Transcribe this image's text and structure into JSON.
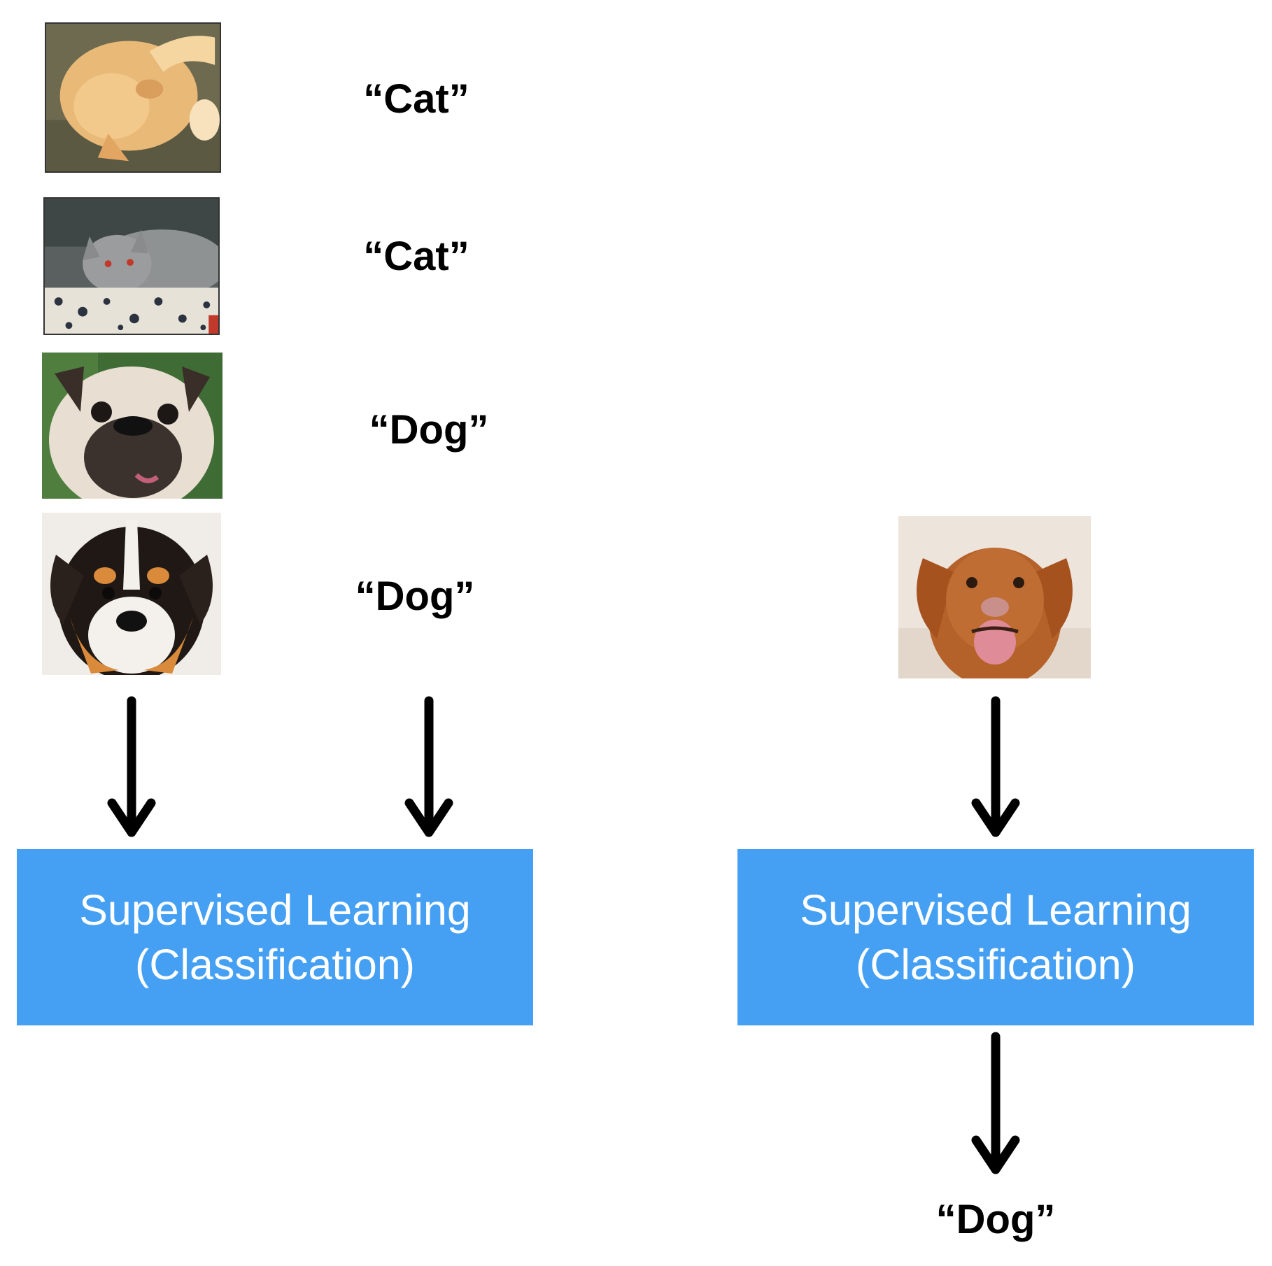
{
  "training": {
    "examples": [
      {
        "label": "“Cat”",
        "image": "orange-cat-photo"
      },
      {
        "label": "“Cat”",
        "image": "gray-cat-photo"
      },
      {
        "label": "“Dog”",
        "image": "pug-photo"
      },
      {
        "label": "“Dog”",
        "image": "puppy-photo"
      }
    ],
    "model": {
      "line1": "Supervised Learning",
      "line2": "(Classification)"
    }
  },
  "prediction": {
    "input_image": "brown-dog-photo",
    "model": {
      "line1": "Supervised Learning",
      "line2": "(Classification)"
    },
    "output_label": "“Dog”"
  },
  "colors": {
    "box_fill": "#45a0f4",
    "box_text": "#ffffff",
    "arrow": "#000000",
    "label_text": "#000000"
  }
}
